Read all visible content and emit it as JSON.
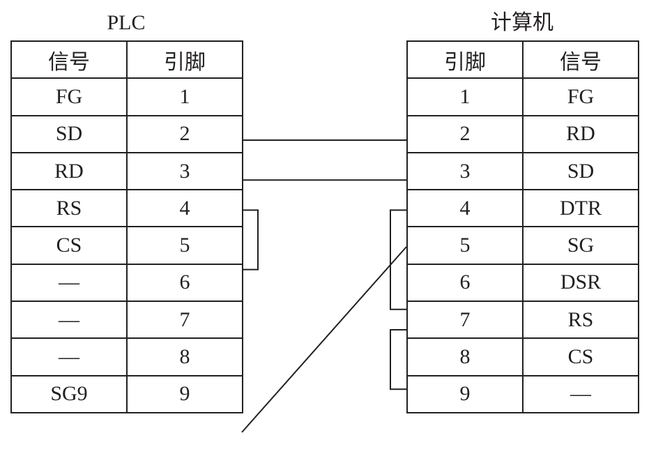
{
  "plc": {
    "title": "PLC",
    "headers": {
      "signal": "信号",
      "pin": "引脚"
    },
    "rows": [
      {
        "signal": "FG",
        "pin": "1"
      },
      {
        "signal": "SD",
        "pin": "2"
      },
      {
        "signal": "RD",
        "pin": "3"
      },
      {
        "signal": "RS",
        "pin": "4"
      },
      {
        "signal": "CS",
        "pin": "5"
      },
      {
        "signal": "—",
        "pin": "6"
      },
      {
        "signal": "—",
        "pin": "7"
      },
      {
        "signal": "—",
        "pin": "8"
      },
      {
        "signal": "SG9",
        "pin": "9"
      }
    ]
  },
  "computer": {
    "title": "计算机",
    "headers": {
      "pin": "引脚",
      "signal": "信号"
    },
    "rows": [
      {
        "pin": "1",
        "signal": "FG"
      },
      {
        "pin": "2",
        "signal": "RD"
      },
      {
        "pin": "3",
        "signal": "SD"
      },
      {
        "pin": "4",
        "signal": "DTR"
      },
      {
        "pin": "5",
        "signal": "SG"
      },
      {
        "pin": "6",
        "signal": "DSR"
      },
      {
        "pin": "7",
        "signal": "RS"
      },
      {
        "pin": "8",
        "signal": "CS"
      },
      {
        "pin": "9",
        "signal": "—"
      }
    ]
  },
  "connections": [
    {
      "from": "plc.2",
      "to": "computer.2"
    },
    {
      "from": "plc.3",
      "to": "computer.3"
    },
    {
      "from": "plc.9",
      "to": "computer.5"
    }
  ],
  "jumpers": [
    {
      "side": "plc",
      "pins": [
        "4",
        "5"
      ]
    },
    {
      "side": "computer",
      "pins": [
        "4",
        "6"
      ]
    },
    {
      "side": "computer",
      "pins": [
        "7",
        "8"
      ]
    }
  ]
}
